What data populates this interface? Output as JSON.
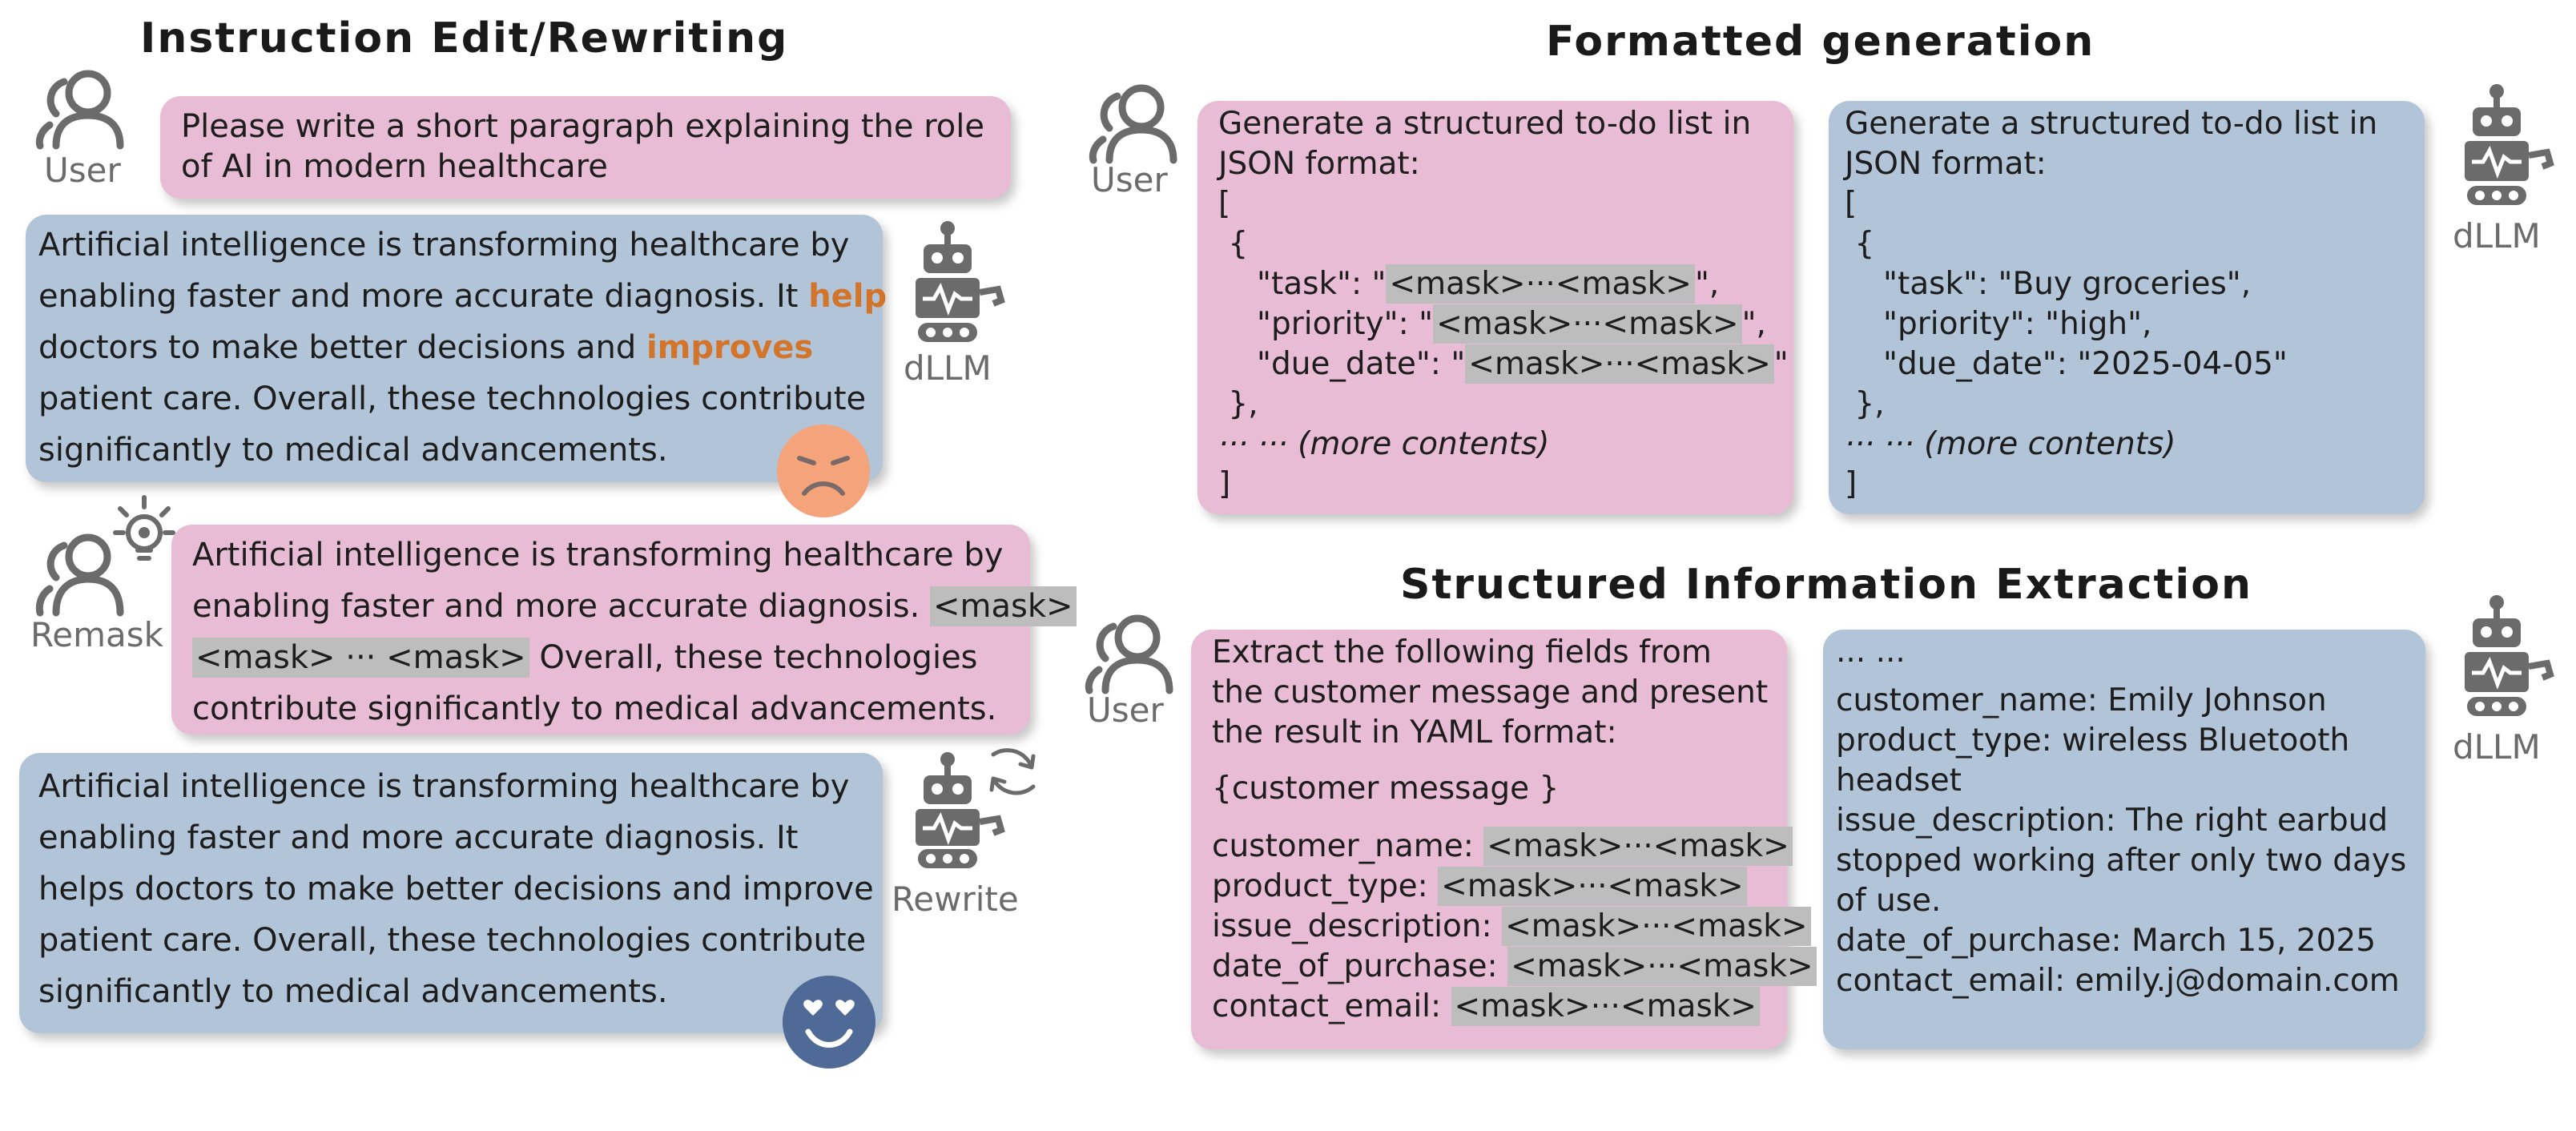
{
  "sections": {
    "instruction_edit": "Instruction Edit/Rewriting",
    "formatted_generation": "Formatted generation",
    "structured_extraction": "Structured Information Extraction"
  },
  "labels": {
    "user": "User",
    "dllm": "dLLM",
    "remask": "Remask",
    "rewrite": "Rewrite"
  },
  "mask_token": "<mask>",
  "mask_ellipsis": "···",
  "edit": {
    "prompt": [
      "Please write a short paragraph explaining the role",
      "of AI in modern healthcare"
    ],
    "draft": {
      "l1": "Artificial intelligence is transforming healthcare by",
      "l2_pre": "enabling faster and more accurate diagnosis. It ",
      "l2_hl": "help",
      "l3_pre": "doctors to make better decisions and ",
      "l3_hl": "improves",
      "l4": "patient care. Overall, these technologies contribute",
      "l5": "significantly to medical advancements."
    },
    "remasked": {
      "l1": "Artificial intelligence is transforming healthcare by",
      "l2_pre": "enabling faster and more accurate diagnosis. ",
      "l2_mask": "<mask>",
      "l3_mask": "<mask> ··· <mask>",
      "l3_post": " Overall, these technologies",
      "l4": "contribute significantly to medical advancements."
    },
    "rewritten": [
      "Artificial intelligence is transforming healthcare by",
      "enabling faster and more accurate diagnosis. It",
      "helps doctors to make better decisions and improve",
      "patient care. Overall, these technologies contribute",
      "significantly to medical advancements."
    ]
  },
  "formatted": {
    "prompt_head": [
      "Generate a structured to-do list in",
      "JSON format:"
    ],
    "open_bracket": "[",
    "open_brace": " {",
    "task_key": "\"task\": \"",
    "priority_key": "\"priority\": \"",
    "due_key": "\"due_date\": \"",
    "masked_value": "<mask>···<mask>",
    "close_brace": " },",
    "more": "··· ··· (more contents)",
    "close_bracket": "]",
    "task_value": "\"task\": \"Buy groceries\",",
    "priority_value": "\"priority\": \"high\",",
    "due_value": "\"due_date\": \"2025-04-05\""
  },
  "extraction": {
    "prompt_head": [
      "Extract the following fields from",
      "the customer message and present",
      "the result in YAML format:"
    ],
    "customer_message": "{customer message }",
    "fields": [
      "customer_name: ",
      "product_type: ",
      "issue_description: ",
      "date_of_purchase: ",
      "contact_email: "
    ],
    "masked_value": "<mask>···<mask>",
    "answer": [
      "··· ···",
      "customer_name: Emily Johnson",
      "product_type: wireless Bluetooth",
      "headset",
      "issue_description: The right earbud",
      "stopped working after only two days",
      "of use.",
      "date_of_purchase: March 15, 2025",
      "contact_email: emily.j@domain.com"
    ]
  },
  "colors": {
    "pink": "#e7bcd4",
    "blue": "#b1c4d8",
    "mask": "#bdbdbd",
    "highlight": "#d2742a",
    "icon": "#6b6b6b",
    "sad_face": "#f4a37b",
    "happy_face": "#4f6a96"
  }
}
